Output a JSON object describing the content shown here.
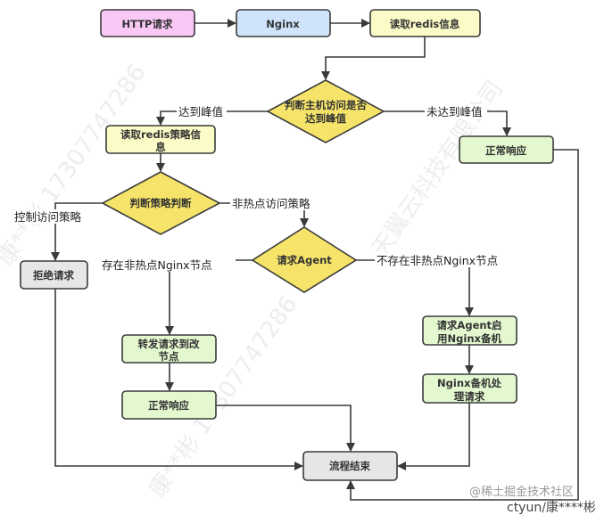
{
  "diagram": {
    "type": "flowchart",
    "colors": {
      "start": "#f9c8f5",
      "nginx": "#cfe4fb",
      "process_yellow": "#fbfbc8",
      "decision": "#f6e46a",
      "process_green": "#e3f8cf",
      "terminal_gray": "#e6e6e6",
      "stroke": "#3a3a3a"
    },
    "nodes": {
      "http_request": "HTTP请求",
      "nginx": "Nginx",
      "read_redis": "读取redis信息",
      "decision_peak": [
        "判断主机访问是否",
        "达到峰值"
      ],
      "read_policy": [
        "读取redis策略信",
        "息"
      ],
      "normal_response_right": "正常响应",
      "decision_policy": "判断策略判断",
      "reject_request": "拒绝请求",
      "request_agent": "请求Agent",
      "forward_request": [
        "转发请求到改",
        "节点"
      ],
      "normal_response_mid": "正常响应",
      "agent_enable_backup": [
        "请求Agent启",
        "用Nginx备机"
      ],
      "backup_handle": [
        "Nginx备机处",
        "理请求"
      ],
      "end": "流程结束"
    },
    "edge_labels": {
      "peak_reached": "达到峰值",
      "peak_not_reached": "未达到峰值",
      "control_policy": "控制访问策略",
      "non_hotspot_policy": "非热点访问策略",
      "exists_node": "存在非热点Nginx节点",
      "not_exists_node": "不存在非热点Nginx节点"
    },
    "watermarks": [
      "天翼云科技有限公司",
      "康**彬 17307747286"
    ],
    "credits": {
      "site": "@稀土掘金技术社区",
      "author": "ctyun/康****彬"
    }
  }
}
